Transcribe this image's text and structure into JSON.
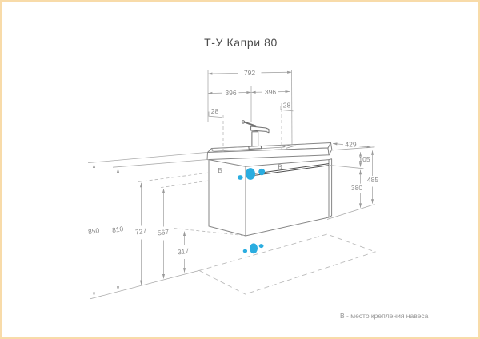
{
  "diagram": {
    "title": "Т-У Капри 80",
    "legend_note": "В - место крепления навеса",
    "mount_label": "В",
    "colors": {
      "frame_border": "#f8dba9",
      "mount_dot": "#2bade0",
      "line": "#aaaaaa",
      "dim_text": "#898989",
      "title_text": "#4c4c4c"
    },
    "top_dims": {
      "total_width": "792",
      "left_half": "396",
      "right_half": "396",
      "left_offset": "28",
      "right_offset": "28"
    },
    "right_dims": {
      "depth": "429",
      "top_section": "105",
      "body_height": "485",
      "drawer_front": "380"
    },
    "left_dims": {
      "h1": "850",
      "h2": "810",
      "h3": "727",
      "h4": "567",
      "h5": "317"
    }
  }
}
